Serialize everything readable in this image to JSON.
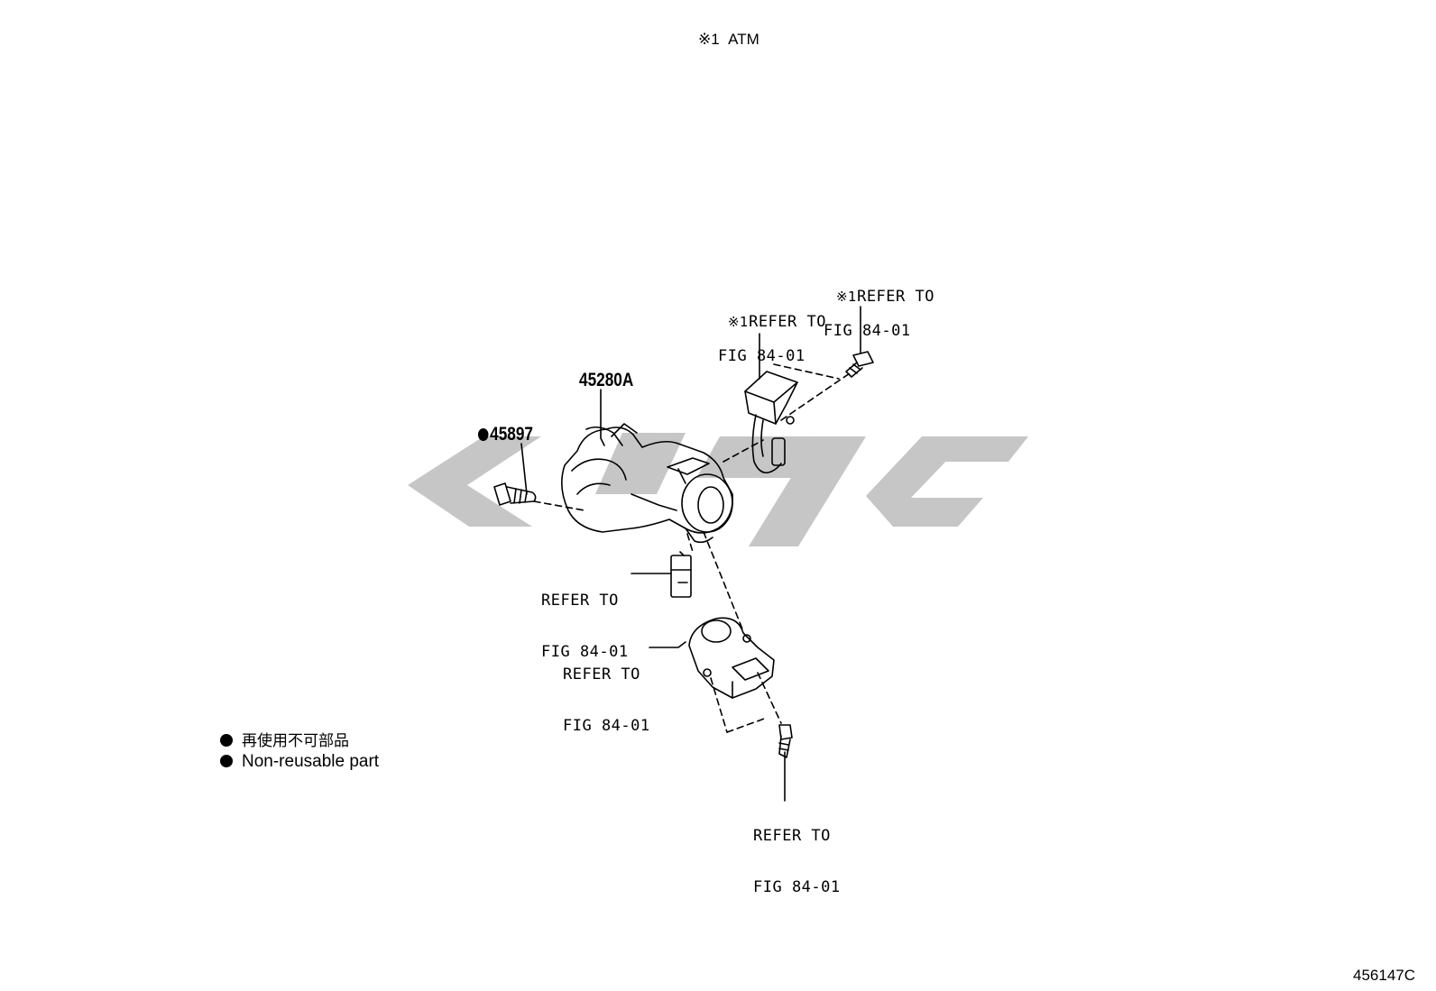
{
  "note": {
    "mark": "※1",
    "text": "ATM"
  },
  "labels": {
    "ref_top_right": {
      "mark": "※1",
      "line1": "REFER TO",
      "line2": "FIG 84-01"
    },
    "ref_top_mid": {
      "mark": "※1",
      "line1": "REFER TO",
      "line2": "FIG 84-01"
    },
    "ref_center": {
      "line1": "REFER TO",
      "line2": "FIG 84-01"
    },
    "ref_lower": {
      "line1": "REFER TO",
      "line2": "FIG 84-01"
    },
    "ref_bottom": {
      "line1": "REFER TO",
      "line2": "FIG 84-01"
    }
  },
  "parts": {
    "lock_assembly": "45280A",
    "bolt": "45897"
  },
  "legend": {
    "jp": "再使用不可部品",
    "en": "Non-reusable part"
  },
  "figure_code": "456147C",
  "colors": {
    "ink": "#000000",
    "watermark": "#c6c6c6"
  }
}
